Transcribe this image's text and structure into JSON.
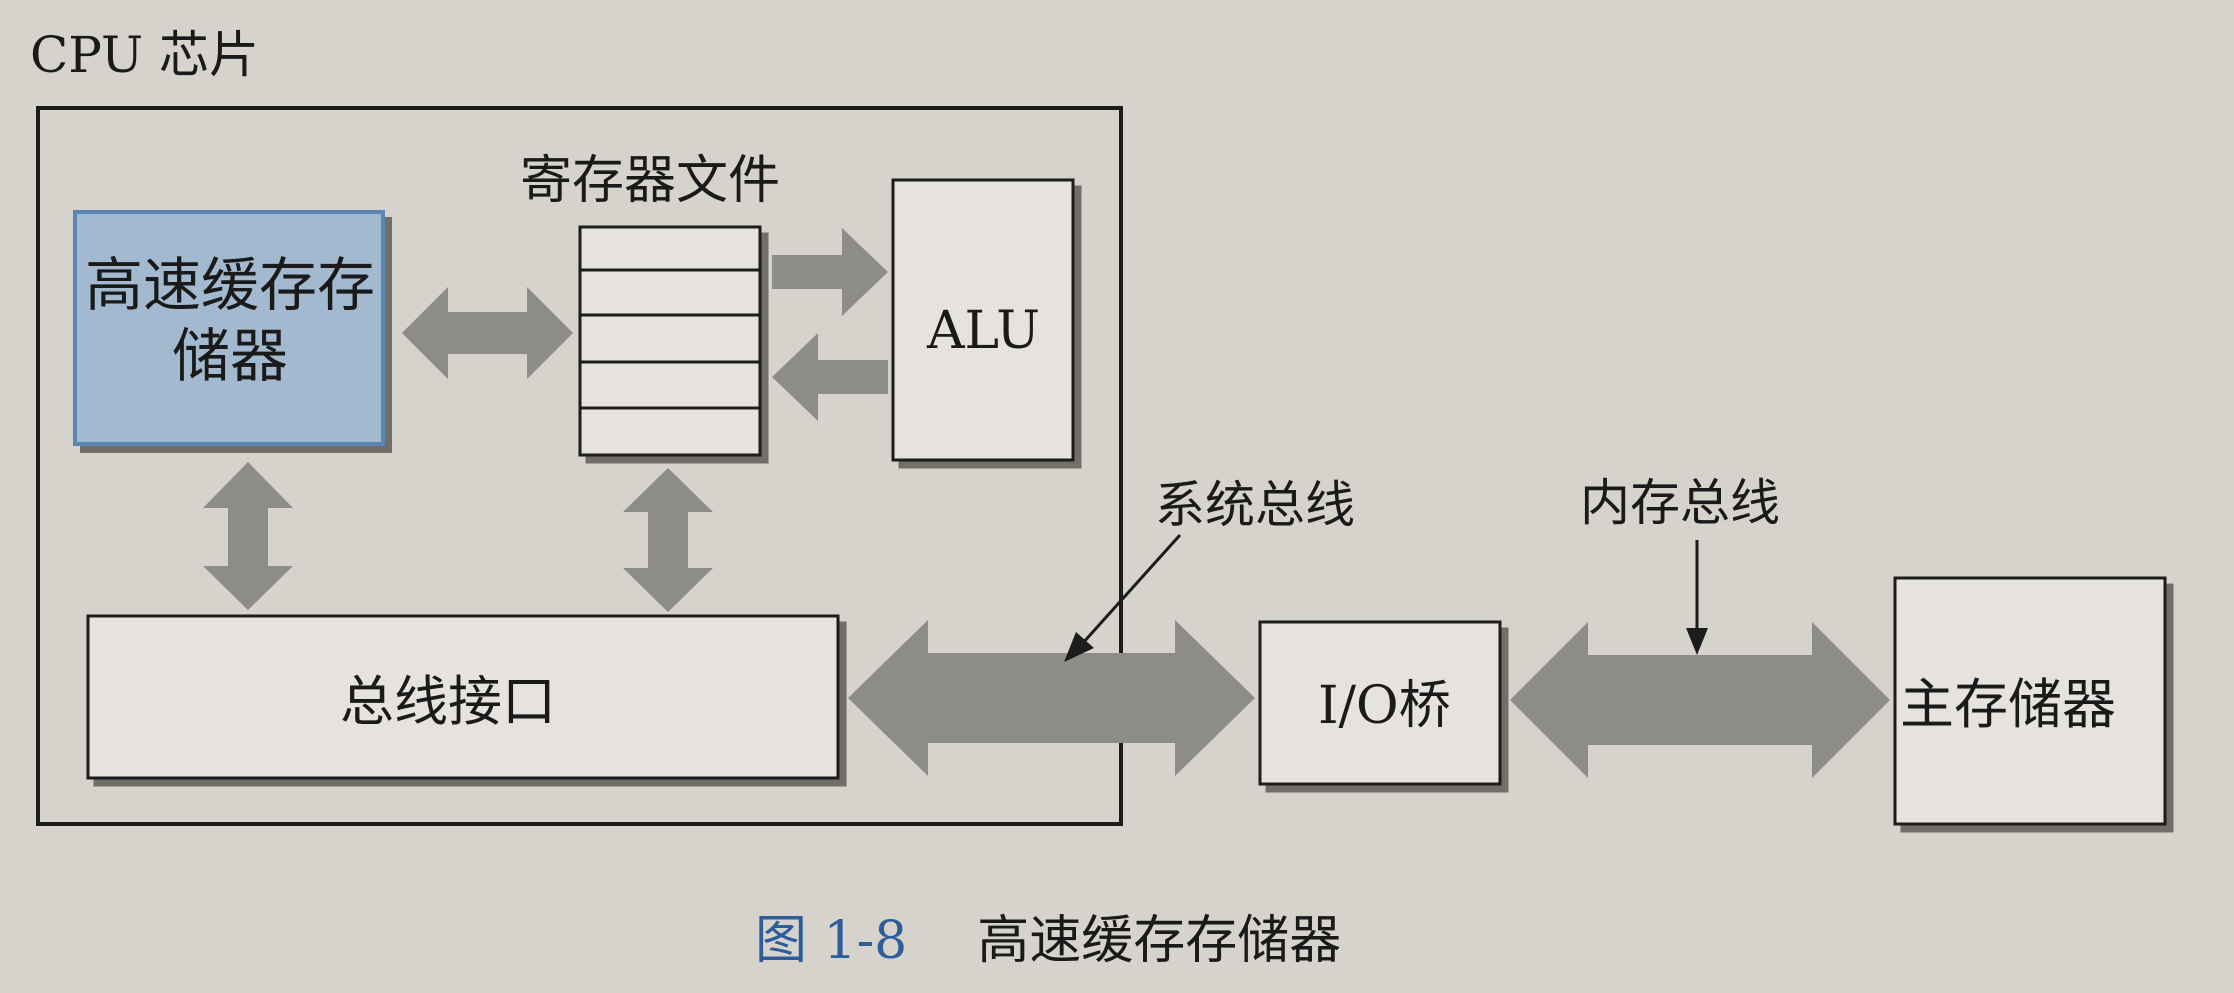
{
  "cpu_chip": {
    "label": "CPU 芯片"
  },
  "register_file": {
    "label": "寄存器文件"
  },
  "alu": {
    "label": "ALU"
  },
  "cache_memory": {
    "label": "高速缓存存储器"
  },
  "bus_interface": {
    "label": "总线接口"
  },
  "system_bus": {
    "label": "系统总线"
  },
  "memory_bus": {
    "label": "内存总线"
  },
  "io_bridge": {
    "label": "I/O桥"
  },
  "main_memory": {
    "label": "主存储器"
  },
  "caption": {
    "figure_number": "图 1-8",
    "title": "高速缓存存储器"
  },
  "colors": {
    "background": "#d6d2cc",
    "box_fill": "#e6e3de",
    "cache_fill": "#a3b9d0",
    "cache_border": "#5b86b3",
    "arrow_fill": "#8e8c89",
    "caption_number": "#2f5d9a"
  }
}
